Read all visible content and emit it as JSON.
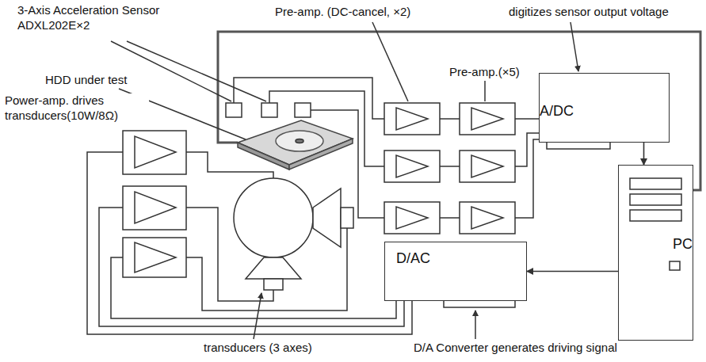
{
  "diagram": {
    "nodes": [
      {
        "text": [
          "A/DC"
        ]
      },
      {
        "text": [
          "PC"
        ]
      },
      {
        "text": [
          "D/AC"
        ]
      }
    ],
    "edges": [
      {
        "from": 0,
        "to": 1,
        "arrow": "to"
      },
      {
        "from": 1,
        "to": 2,
        "arrow": "to"
      }
    ],
    "labels": [
      "3-Axis Acceleration Sensor ADXL202E×2",
      "Pre-amp. (DC-cancel, ×2)",
      "digitizes sensor output voltage",
      "HDD under test",
      "Pre-amp.(×5)",
      "Power-amp. drives transducers(10W/8Ω)",
      "transducers (3 axes)",
      "D/A Converter generates driving signal"
    ]
  }
}
